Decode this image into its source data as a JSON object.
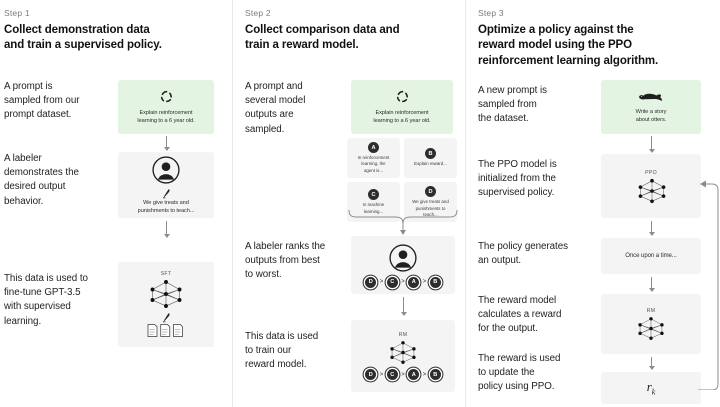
{
  "columns": [
    {
      "step_label": "Step 1",
      "title": "Collect demonstration data\nand train a supervised policy.",
      "captions": [
        "A prompt is\nsampled from our\nprompt dataset.",
        "A labeler\ndemonstrates the\ndesired output\nbehavior.",
        "This data is used to\nfine-tune GPT-3.5\nwith supervised\nlearning."
      ],
      "prompt_box": {
        "icon": "refresh-icon",
        "text": "Explain reinforcement\nlearning to a 6 year old."
      },
      "labeler_box": {
        "icon": "person-icon",
        "pen_icon": "pen-icon",
        "text": "We give treats and\npunishments to teach..."
      },
      "model_box": {
        "tag": "SFT",
        "net_icon": "neural-network-icon",
        "pen_icon": "pen-icon",
        "docs_icon": "documents-icon"
      }
    },
    {
      "step_label": "Step 2",
      "title": "Collect comparison data and\ntrain a reward model.",
      "captions": [
        "A prompt and\nseveral model\noutputs are\nsampled.",
        "A labeler ranks the\noutputs from best\nto worst.",
        "This data is used\nto train our\nreward model."
      ],
      "prompt_box": {
        "icon": "refresh-icon",
        "text": "Explain reinforcement\nlearning to a 6 year old."
      },
      "outputs": [
        {
          "letter": "A",
          "text": "In reinforcement\nlearning, the\nagent is..."
        },
        {
          "letter": "B",
          "text": "Explain reward..."
        },
        {
          "letter": "C",
          "text": "In machine\nlearning..."
        },
        {
          "letter": "D",
          "text": "We give treats and\npunishments to\nteach..."
        }
      ],
      "ranking": [
        "D",
        "C",
        "A",
        "B"
      ],
      "ranking_separator": ">",
      "labeler_box": {
        "icon": "person-icon"
      },
      "reward_box": {
        "tag": "RM",
        "net_icon": "neural-network-icon"
      }
    },
    {
      "step_label": "Step 3",
      "title": "Optimize a policy against the\nreward model using the PPO\nreinforcement learning algorithm.",
      "captions": [
        "A new prompt is\nsampled from\nthe dataset.",
        "The PPO model is\ninitialized from the\nsupervised policy.",
        "The policy generates\nan output.",
        "The reward model\ncalculates a reward\nfor the output.",
        "The reward is used\nto update the\npolicy using PPO."
      ],
      "prompt_box": {
        "icon": "otter-icon",
        "text": "Write a story\nabout otters."
      },
      "ppo_box": {
        "tag": "PPO",
        "net_icon": "neural-network-icon"
      },
      "output_box": {
        "text": "Once upon a time..."
      },
      "reward_box": {
        "tag": "RM",
        "net_icon": "neural-network-icon"
      },
      "reward_value_box": {
        "symbol": "r",
        "subscript": "k"
      }
    }
  ],
  "colors": {
    "prompt_green": "#e4f4e2",
    "box_gray": "#f4f4f4",
    "divider": "#e9e9e9",
    "arrow": "#8c8c8c",
    "text": "#1f1f1f",
    "muted_text": "#7b7b7b"
  }
}
